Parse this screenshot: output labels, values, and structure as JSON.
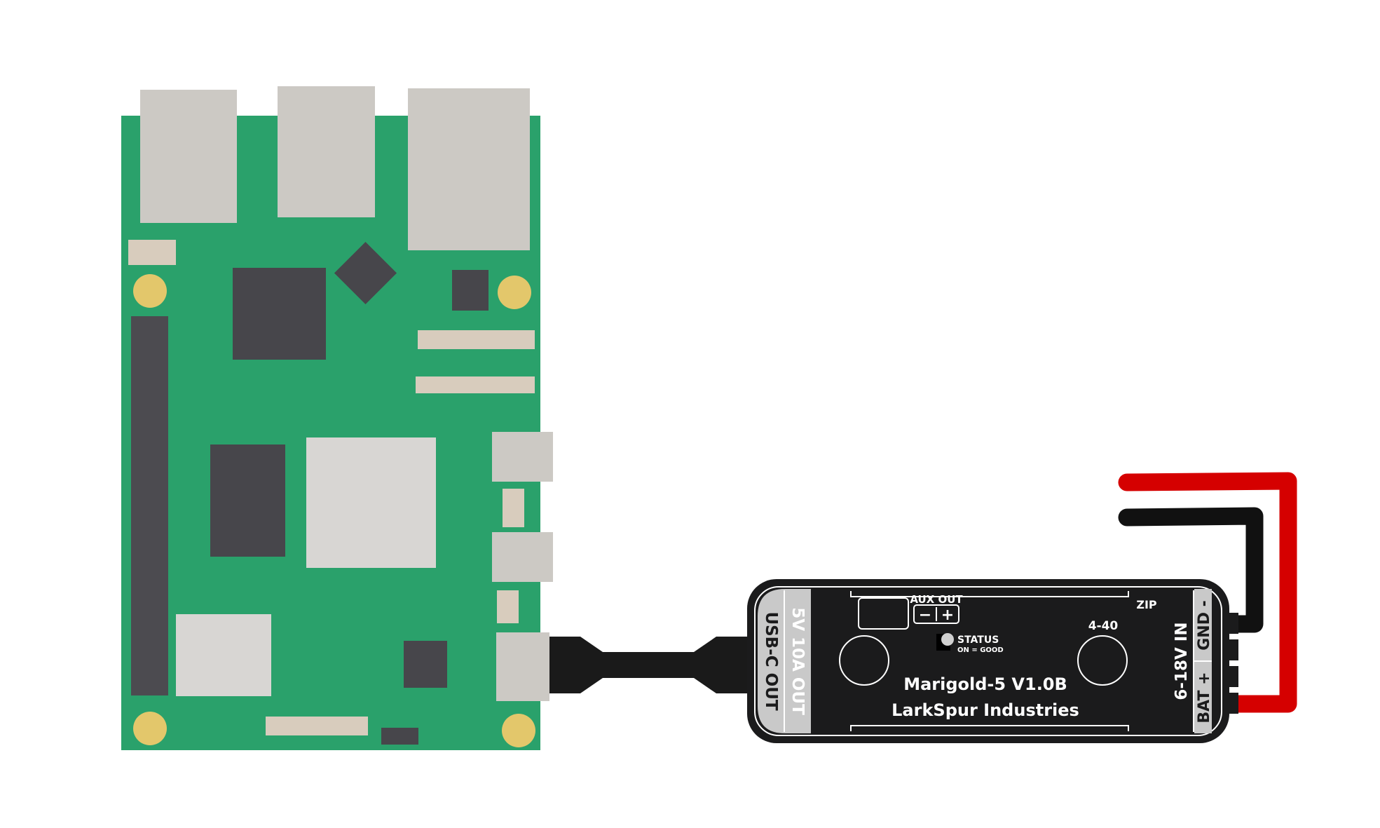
{
  "colors": {
    "pcb": "#2aa16b",
    "connector": "#ccc9c4",
    "chip_dark": "#47464b",
    "header": "#4c4b50",
    "pad": "#e3c76b",
    "beige": "#d8ccbd",
    "light_chip": "#d8d6d3",
    "module_body": "#1b1b1c",
    "module_panel": "#c9c9c9",
    "cable": "#1a1a1a",
    "wire_red": "#d50000",
    "wire_black": "#111111"
  },
  "module": {
    "name": "Marigold-5 V1.0B",
    "maker": "LarkSpur Industries",
    "output_rating": "5V 10A OUT",
    "output_port": "USB-C OUT",
    "input_rating": "6-18V IN",
    "bat_terminal": "BAT +",
    "gnd_terminal": "GND -",
    "aux_label": "AUX OUT",
    "aux_minus": "−",
    "aux_plus": "+",
    "status_label": "STATUS",
    "status_hint": "ON = GOOD",
    "mount_hole_label": "4-40",
    "zip_label": "ZIP"
  }
}
